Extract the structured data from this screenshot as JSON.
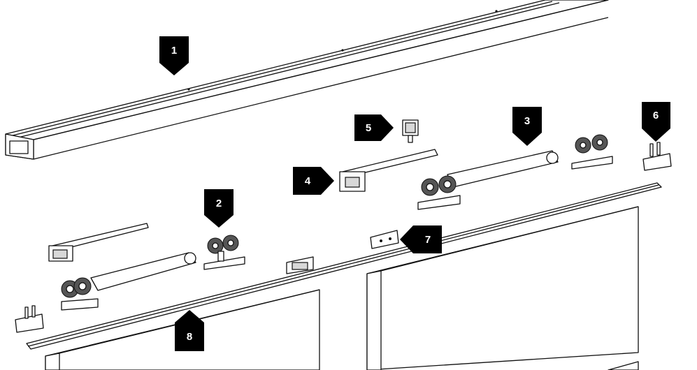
{
  "diagram": {
    "type": "exploded assembly view",
    "callouts": [
      {
        "id": "1",
        "label": "1"
      },
      {
        "id": "2",
        "label": "2"
      },
      {
        "id": "3",
        "label": "3"
      },
      {
        "id": "4",
        "label": "4"
      },
      {
        "id": "5",
        "label": "5"
      },
      {
        "id": "6",
        "label": "6"
      },
      {
        "id": "7",
        "label": "7"
      },
      {
        "id": "8",
        "label": "8"
      }
    ]
  }
}
